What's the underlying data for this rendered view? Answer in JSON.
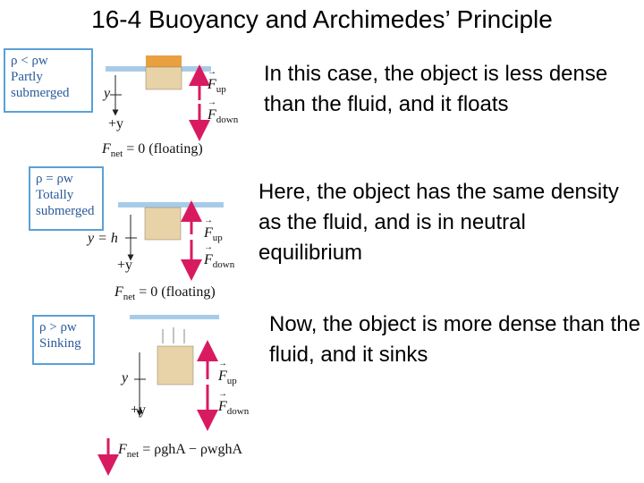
{
  "title": "16-4 Buoyancy and Archimedes’ Principle",
  "panels": [
    {
      "condition": "ρ < ρw",
      "state_line1": "Partly",
      "state_line2": "submerged",
      "y_label": "y",
      "plus_y": "+y",
      "force_up": "F",
      "force_up_sub": "up",
      "force_down": "F",
      "force_down_sub": "down",
      "fnet": "F",
      "fnet_sub": "net",
      "fnet_value": " = 0 (floating)",
      "description": "In this case, the object is less dense than the fluid, and it floats"
    },
    {
      "condition": "ρ = ρw",
      "state_line1": "Totally",
      "state_line2": "submerged",
      "y_label": "y = h",
      "plus_y": "+y",
      "force_up": "F",
      "force_up_sub": "up",
      "force_down": "F",
      "force_down_sub": "down",
      "fnet": "F",
      "fnet_sub": "net",
      "fnet_value": " = 0 (floating)",
      "description": "Here, the object has the same density as the fluid, and is in neutral equilibrium"
    },
    {
      "condition": "ρ > ρw",
      "state_line1": "Sinking",
      "state_line2": "",
      "y_label": "y",
      "plus_y": "+y",
      "force_up": "F",
      "force_up_sub": "up",
      "force_down": "F",
      "force_down_sub": "down",
      "fnet": "F",
      "fnet_sub": "net",
      "fnet_value": " = ρghA − ρwghA",
      "description": "Now, the object is more dense than the fluid, and it sinks"
    }
  ],
  "colors": {
    "arrow": "#d81b60",
    "block": "#e8d2a8",
    "block_top": "#e8a040",
    "water": "#a8cce8",
    "box_border": "#5aa0d8"
  }
}
